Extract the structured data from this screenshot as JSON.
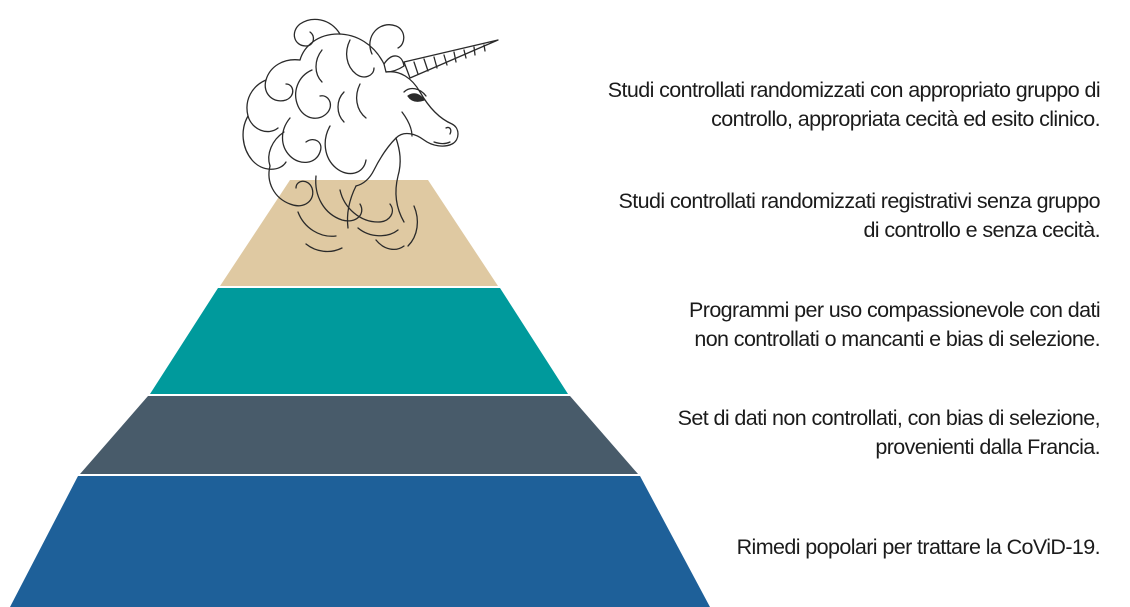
{
  "pyramid": {
    "levels": [
      {
        "label": "Studi controllati randomizzati con appropriato gruppo di\ncontrollo, appropriata cecità ed esito clinico.",
        "fill": "#ffffff",
        "top_icon": "unicorn-head-icon"
      },
      {
        "label": "Studi controllati randomizzati registrativi senza gruppo\ndi controllo e senza cecità.",
        "fill": "#dfc9a2"
      },
      {
        "label": "Programmi per uso compassionevole con dati\nnon controllati o mancanti e bias di selezione.",
        "fill": "#009a9c"
      },
      {
        "label": "Set di dati non controllati, con bias di selezione,\nprovenienti dalla Francia.",
        "fill": "#485b6a"
      },
      {
        "label": "Rimedi popolari per trattare la CoViD-19.",
        "fill": "#1e6099"
      }
    ]
  }
}
